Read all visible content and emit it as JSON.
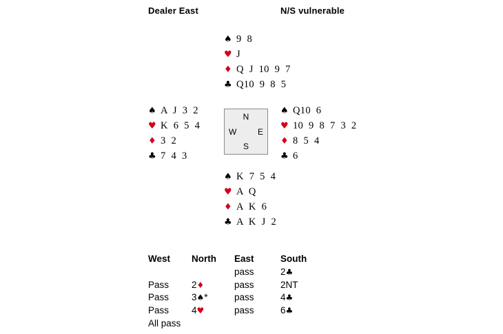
{
  "page": {
    "dealer_label": "Dealer East",
    "vulnerable_label": "N/S vulnerable"
  },
  "colors": {
    "suit_red": "#d0021b",
    "text": "#000000",
    "compass_bg": "#ededed"
  },
  "suits": {
    "spade": "♠",
    "heart": "♥",
    "diamond": "♦",
    "club": "♣"
  },
  "compass": {
    "north": "N",
    "east": "E",
    "south": "S",
    "west": "W"
  },
  "hands": {
    "north": {
      "spades": "9 8",
      "hearts": "J",
      "diamonds": "Q J 10 9 7",
      "clubs": "Q10 9 8 5"
    },
    "west": {
      "spades": "A J 3 2",
      "hearts": "K 6 5 4",
      "diamonds": "3 2",
      "clubs": "7 4 3"
    },
    "east": {
      "spades": "Q10 6",
      "hearts": "10 9 8 7 3 2",
      "diamonds": "8 5 4",
      "clubs": "6"
    },
    "south": {
      "spades": "K 7 5 4",
      "hearts": "A Q",
      "diamonds": "A K 6",
      "clubs": "A K J 2"
    }
  },
  "auction": {
    "headers": [
      "West",
      "North",
      "East",
      "South"
    ],
    "rows": [
      [
        "",
        "",
        "pass",
        "2♣"
      ],
      [
        "Pass",
        "2♦",
        "pass",
        "2NT"
      ],
      [
        "Pass",
        "3♠*",
        "pass",
        "4♣"
      ],
      [
        "Pass",
        "4♥",
        "pass",
        "6♣"
      ]
    ],
    "footer": "All pass"
  }
}
